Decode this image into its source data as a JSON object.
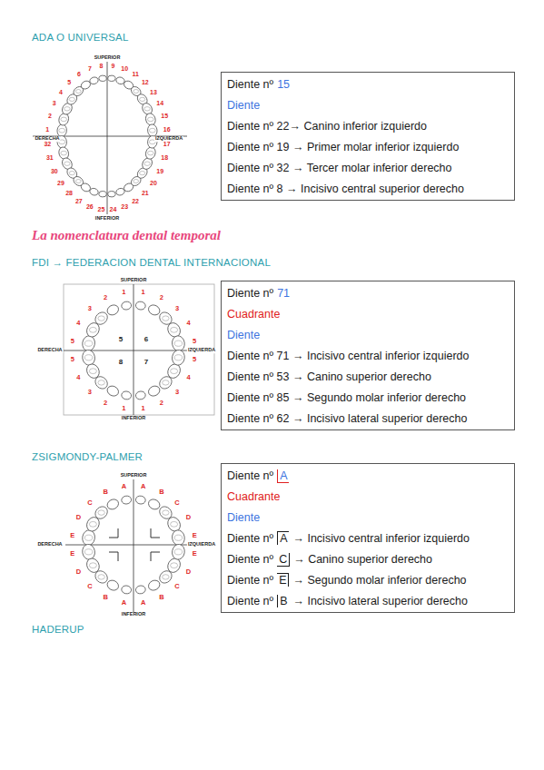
{
  "diagram": {
    "nodes": [
      {
        "text": [
          "Diente nº",
          "15",
          "Diente",
          "Diente nº 22→ Canino inferior izquierdo",
          "Diente nº 19 → Primer molar inferior izquierdo",
          "Diente nº 32 → Tercer molar inferior derecho",
          "Diente nº 8 → Incisivo central superior derecho"
        ]
      },
      {
        "text": [
          "Diente nº",
          "71",
          "Cuadrante",
          "Diente",
          "Diente nº 71 → Incisivo central inferior izquierdo",
          "Diente nº 53 → Canino superior derecho",
          "Diente nº 85 → Segundo molar inferior derecho",
          "Diente nº 62 → Incisivo lateral superior derecho"
        ]
      },
      {
        "text": [
          "Diente nº",
          "A",
          "Cuadrante",
          "Diente",
          "Diente nº",
          "A",
          "→ Incisivo central inferior izquierdo",
          "Diente nº",
          "C",
          "→ Canino superior derecho",
          "Diente nº",
          "E",
          "→ Segundo molar inferior derecho",
          "Diente nº",
          "B",
          "→ Incisivo lateral superior derecho"
        ]
      }
    ],
    "labels": [
      "ADA O UNIVERSAL",
      "SUPERIOR",
      "DERECHA",
      "IZQUIERDA",
      "INFERIOR",
      "1",
      "2",
      "3",
      "4",
      "5",
      "6",
      "7",
      "8",
      "9",
      "10",
      "11",
      "12",
      "13",
      "14",
      "15",
      "16",
      "17",
      "18",
      "19",
      "20",
      "21",
      "22",
      "23",
      "24",
      "25",
      "26",
      "27",
      "28",
      "29",
      "30",
      "31",
      "32",
      "La nomenclatura dental temporal",
      "FDI → FEDERACION DENTAL INTERNACIONAL",
      "SUPERIOR",
      "DERECHA",
      "IZQUIERDA",
      "INFERIOR",
      "5",
      "6",
      "8",
      "7",
      "1",
      "2",
      "3",
      "4",
      "5",
      "1",
      "2",
      "3",
      "4",
      "5",
      "1",
      "2",
      "3",
      "4",
      "5",
      "1",
      "2",
      "3",
      "4",
      "5",
      "ZSIGMONDY-PALMER",
      "SUPERIOR",
      "DERECHA",
      "IZQUIERDA",
      "INFERIOR",
      "A",
      "B",
      "C",
      "D",
      "E",
      "A",
      "B",
      "C",
      "D",
      "E",
      "A",
      "B",
      "C",
      "D",
      "E",
      "A",
      "B",
      "C",
      "D",
      "E",
      "HADERUP"
    ]
  }
}
